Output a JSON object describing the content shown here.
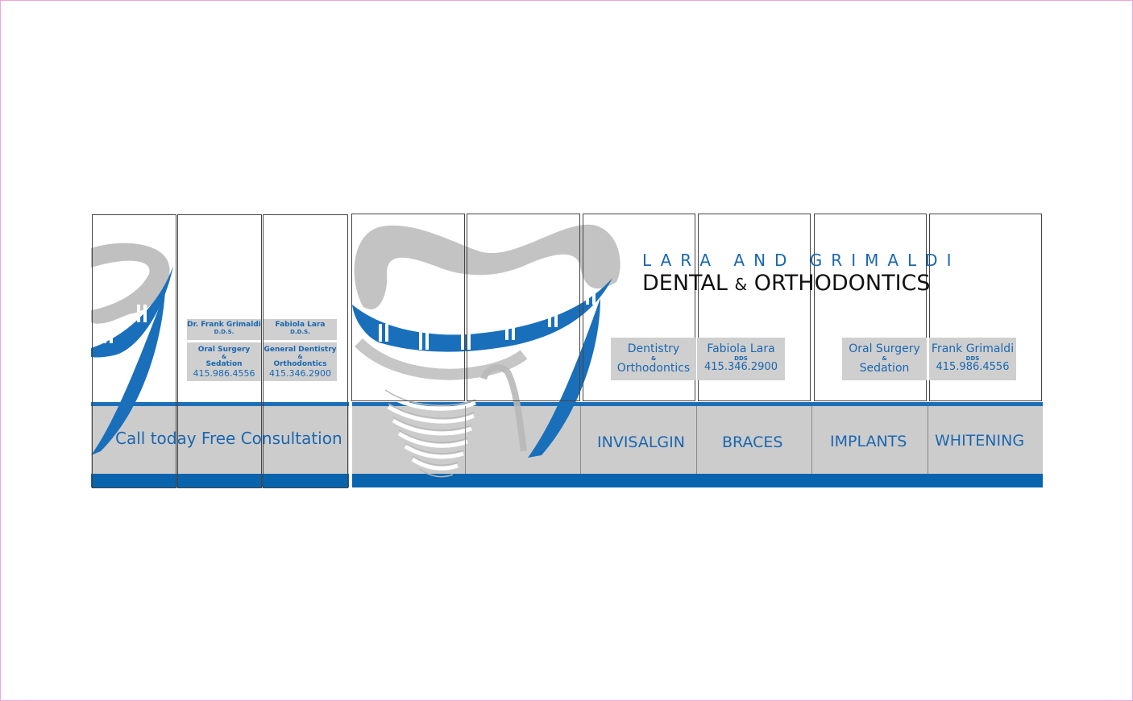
{
  "brand": {
    "line1": "LARA AND GRIMALDI",
    "line2a": "DENTAL ",
    "amp": "&",
    "line2b": " ORTHODONTICS"
  },
  "left_boxes": {
    "frank_name": "Dr. Frank Grimaldi",
    "frank_degree": "D.D.S.",
    "fabiola_name": "Fabiola Lara",
    "fabiola_degree": "D.D.S.",
    "frank_spec1": "Oral Surgery",
    "frank_spec_amp": "&",
    "frank_spec2": "Sedation",
    "frank_phone": "415.986.4556",
    "fabiola_spec1": "General Dentistry",
    "fabiola_spec_amp": "&",
    "fabiola_spec2": "Orthodontics",
    "fabiola_phone": "415.346.2900"
  },
  "right_boxes": {
    "dentistry": "Dentistry",
    "dentistry_amp": "&",
    "orthodontics": "Orthodontics",
    "fabiola_name": "Fabiola Lara",
    "fabiola_degree": "DDS",
    "fabiola_phone": "415.346.2900",
    "oral_surgery": "Oral Surgery",
    "oral_amp": "&",
    "sedation": "Sedation",
    "frank_name": "Frank Grimaldi",
    "frank_degree": "DDS",
    "frank_phone": "415.986.4556"
  },
  "tagline": "Call today Free Consultation",
  "services": [
    "INVISALGIN",
    "BRACES",
    "IMPLANTS",
    "WHITENING"
  ],
  "colors": {
    "blue": "#1a67b0",
    "band_blue": "#0a64ad",
    "gray": "#cccccc",
    "logo_gray": "#b8b8b8"
  }
}
